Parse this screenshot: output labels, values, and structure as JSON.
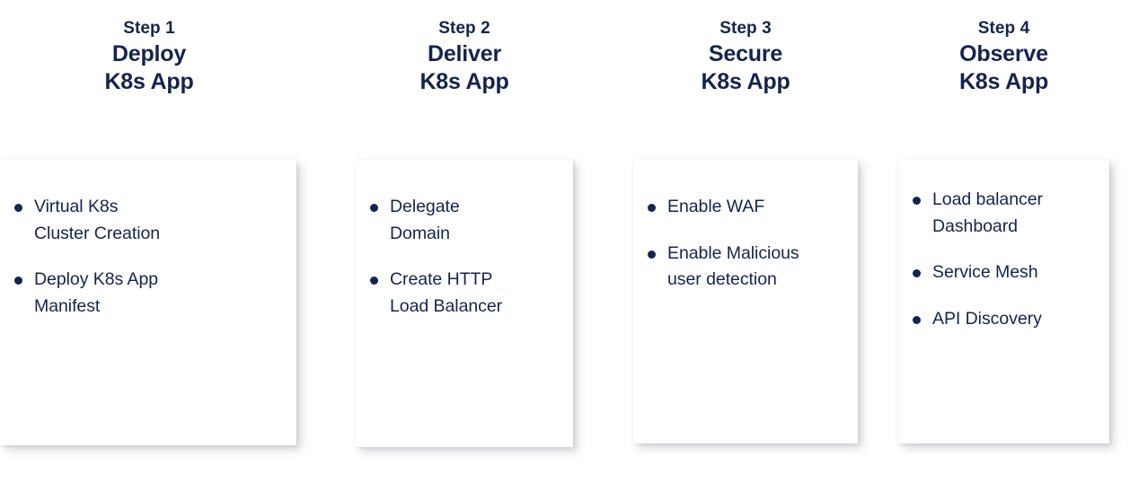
{
  "theme": {
    "background": "#ffffff",
    "card_background": "#ffffff",
    "text_navy": "#15244d",
    "bullet_navy": "#15244d",
    "shadow": "rgba(120,124,130,0.30)"
  },
  "columns": [
    {
      "eyebrow": "Step 1",
      "title_line1": "Deploy",
      "title_line2": "K8s App",
      "bullets": [
        {
          "line1": "Virtual K8s",
          "line2": "Cluster Creation"
        },
        {
          "line1": "Deploy K8s App",
          "line2": "Manifest"
        }
      ]
    },
    {
      "eyebrow": "Step 2",
      "title_line1": "Deliver",
      "title_line2": "K8s App",
      "bullets": [
        {
          "line1": "Delegate",
          "line2": "Domain"
        },
        {
          "line1": "Create HTTP",
          "line2": "Load Balancer"
        }
      ]
    },
    {
      "eyebrow": "Step 3",
      "title_line1": "Secure",
      "title_line2": "K8s App",
      "bullets": [
        {
          "line1": "Enable WAF",
          "line2": ""
        },
        {
          "line1": "Enable Malicious",
          "line2": "user detection"
        }
      ]
    },
    {
      "eyebrow": "Step 4",
      "title_line1": "Observe",
      "title_line2": "K8s App",
      "bullets": [
        {
          "line1": "Load balancer",
          "line2": "Dashboard"
        },
        {
          "line1": "Service Mesh",
          "line2": ""
        },
        {
          "line1": "API Discovery",
          "line2": ""
        }
      ]
    }
  ]
}
